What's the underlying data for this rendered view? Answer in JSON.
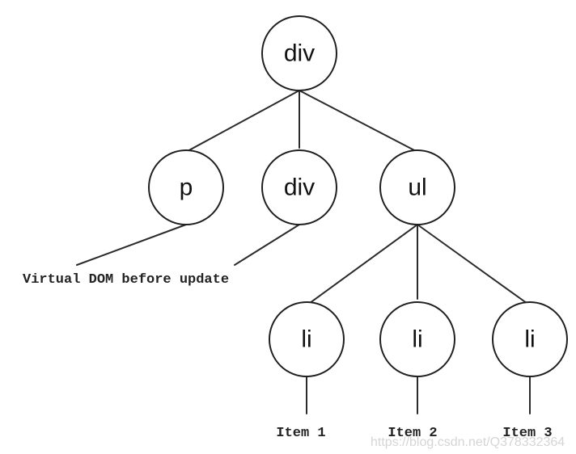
{
  "nodes": {
    "root": "div",
    "p": "p",
    "div_child": "div",
    "ul": "ul",
    "li_1": "li",
    "li_2": "li",
    "li_3": "li"
  },
  "caption": "Virtual DOM before update",
  "items": [
    "Item 1",
    "Item 2",
    "Item 3"
  ],
  "watermark": "https://blog.csdn.net/Q378332364"
}
